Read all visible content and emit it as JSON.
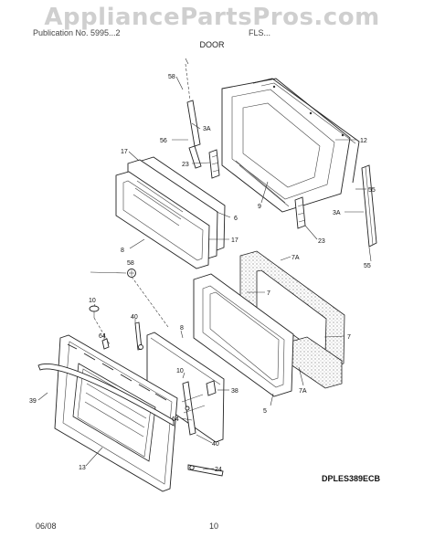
{
  "watermark": "AppliancePartsPros.com",
  "header": {
    "left_text": "Publication No. 5995...2",
    "model_text": "FLS...",
    "title": "DOOR"
  },
  "diagram_code": "DPLES389ECB",
  "footer": {
    "date": "06/08",
    "page": "10"
  },
  "callouts": {
    "c_58": "58",
    "c_3a_top": "3A",
    "c_56": "56",
    "c_12": "12",
    "c_23_left": "23",
    "c_9": "9",
    "c_55_right": "55",
    "c_3a_right": "3A",
    "c_23_right": "23",
    "c_55_bottom": "55",
    "c_17_top": "17",
    "c_6": "6",
    "c_17_right": "17",
    "c_8_glass": "8",
    "c_7a_top": "7A",
    "c_7": "7",
    "c_7_right": "7",
    "c_7a_bottom": "7A",
    "c_5": "5",
    "c_58_screw": "58",
    "c_10": "10",
    "c_40_top": "40",
    "c_64_top": "64",
    "c_8_panel": "8",
    "c_10_lower": "10",
    "c_38": "38",
    "c_39": "39",
    "c_64_lower": "64",
    "c_40_lower": "40",
    "c_13": "13",
    "c_24": "24"
  }
}
